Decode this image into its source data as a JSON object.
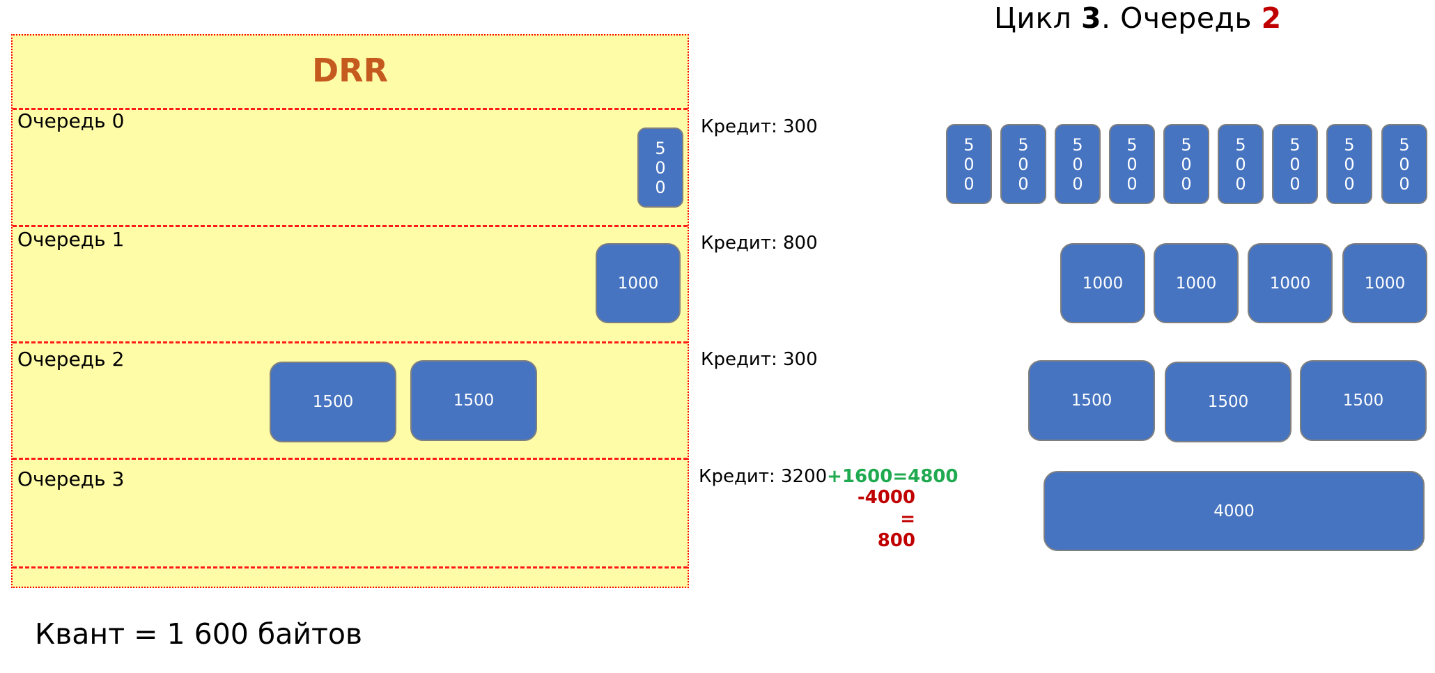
{
  "header": {
    "prefix": "Цикл ",
    "cycle": "3",
    "middle": ". Очередь ",
    "queue": "2",
    "accent_color": "#c00000"
  },
  "drr": {
    "title": "DRR",
    "title_color": "#c55a1f",
    "background_color": "#fffca8",
    "border_color": "#ff0000",
    "queues": [
      {
        "label": "Очередь 0",
        "packets": [
          "500"
        ]
      },
      {
        "label": "Очередь 1",
        "packets": [
          "1000"
        ]
      },
      {
        "label": "Очередь 2",
        "packets": [
          "1500",
          "1500"
        ]
      },
      {
        "label": "Очередь 3",
        "packets": []
      }
    ]
  },
  "credits": [
    {
      "text": "Кредит: 300"
    },
    {
      "text": "Кредит: 800"
    },
    {
      "text": "Кредит: 300"
    },
    {
      "text": "Кредит: 3200",
      "added": "+1600=4800",
      "lines": [
        "-4000",
        "=",
        "800"
      ]
    }
  ],
  "sent": {
    "queue0": [
      "500",
      "500",
      "500",
      "500",
      "500",
      "500",
      "500",
      "500",
      "500"
    ],
    "queue1": [
      "1000",
      "1000",
      "1000",
      "1000"
    ],
    "queue2": [
      "1500",
      "1500",
      "1500"
    ],
    "queue3": [
      "4000"
    ]
  },
  "packet_color": "#4674c1",
  "footer": {
    "quantum": "Квант = 1 600 байтов"
  }
}
